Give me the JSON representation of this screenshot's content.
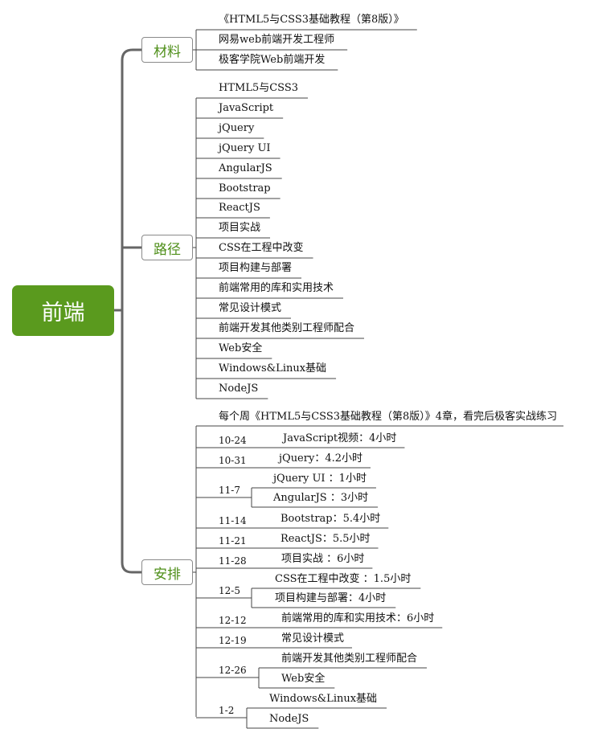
{
  "root": {
    "label": "前端"
  },
  "branches": [
    {
      "label": "材料",
      "items": [
        {
          "text": "《HTML5与CSS3基础教程（第8版）》"
        },
        {
          "text": "网易web前端开发工程师"
        },
        {
          "text": "极客学院Web前端开发"
        }
      ]
    },
    {
      "label": "路径",
      "items": [
        {
          "text": "HTML5与CSS3"
        },
        {
          "text": "JavaScript"
        },
        {
          "text": "jQuery"
        },
        {
          "text": "jQuery UI"
        },
        {
          "text": "AngularJS"
        },
        {
          "text": "Bootstrap"
        },
        {
          "text": "ReactJS"
        },
        {
          "text": "项目实战"
        },
        {
          "text": "CSS在工程中改变"
        },
        {
          "text": "项目构建与部署"
        },
        {
          "text": "前端常用的库和实用技术"
        },
        {
          "text": "常见设计模式"
        },
        {
          "text": "前端开发其他类别工程师配合"
        },
        {
          "text": "Web安全"
        },
        {
          "text": "Windows&Linux基础"
        },
        {
          "text": "NodeJS"
        }
      ]
    },
    {
      "label": "安排",
      "header": "每个周《HTML5与CSS3基础教程（第8版）》4章，看完后极客实战练习",
      "schedule": [
        {
          "date": "10-24",
          "tasks": [
            "JavaScript视频：4小时"
          ]
        },
        {
          "date": "10-31",
          "tasks": [
            "jQuery：4.2小时"
          ]
        },
        {
          "date": "11-7",
          "tasks": [
            "jQuery UI ：1小时",
            "AngularJS ：3小时"
          ]
        },
        {
          "date": "11-14",
          "tasks": [
            "Bootstrap：5.4小时"
          ]
        },
        {
          "date": "11-21",
          "tasks": [
            "ReactJS：5.5小时"
          ]
        },
        {
          "date": "11-28",
          "tasks": [
            "项目实战 ：6小时"
          ]
        },
        {
          "date": "12-5",
          "tasks": [
            "CSS在工程中改变 ：1.5小时",
            "项目构建与部署：4小时"
          ]
        },
        {
          "date": "12-12",
          "tasks": [
            "前端常用的库和实用技术：6小时"
          ]
        },
        {
          "date": "12-19",
          "tasks": [
            "常见设计模式"
          ]
        },
        {
          "date": "12-26",
          "tasks": [
            "前端开发其他类别工程师配合",
            "Web安全"
          ]
        },
        {
          "date": "1-2",
          "tasks": [
            "Windows&Linux基础",
            "NodeJS"
          ]
        }
      ]
    }
  ],
  "colors": {
    "root_fill": "#5a9a1e",
    "branch_text": "#4f8f1a",
    "trunk": "#666666",
    "line": "#444444"
  }
}
